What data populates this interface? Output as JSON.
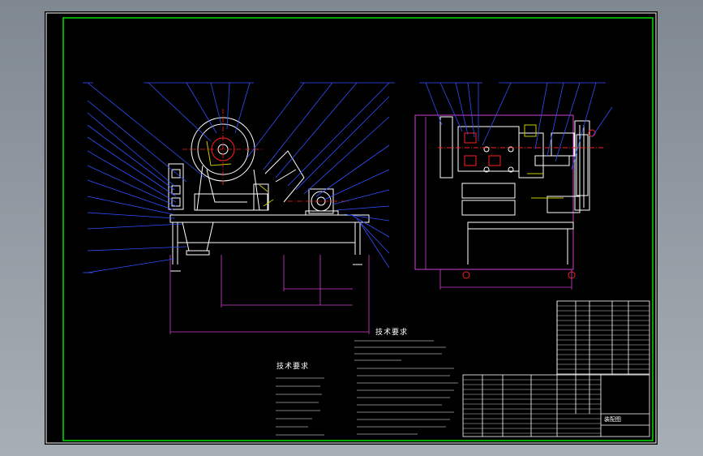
{
  "drawing": {
    "notes_title_left": "技术要求",
    "notes_title_right": "技术要求",
    "title_block_label": "装配图",
    "part_count_left": 28,
    "part_count_right": 18
  },
  "colors": {
    "sheet_bg": "#000000",
    "frame_outer": "#ffffff",
    "frame_inner": "#00ff00",
    "leader": "#3050ff",
    "geometry": "#ffffff",
    "centerline": "#ff2020",
    "dimension": "#d040d0",
    "hatch": "#c8c800"
  }
}
